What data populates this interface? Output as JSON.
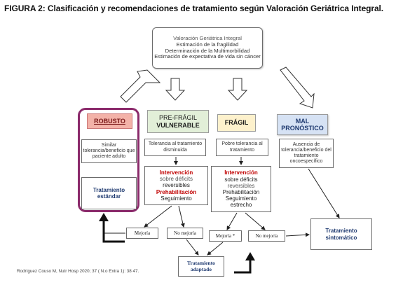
{
  "title": "FIGURA 2: Clasificación y recomendaciones de tratamiento según Valoración Geriátrica Integral.",
  "assessment": {
    "lines": [
      "Valoración Geriátrica Integral",
      "Estimación de la fragilidad",
      "Determinación de la Multimorbilidad",
      "Estimación de expectativa de vida sin cáncer"
    ]
  },
  "categories": {
    "robusto": "ROBUSTO",
    "pre_fragil_line1": "PRE-FRÁGIL",
    "pre_fragil_line2": "VULNERABLE",
    "fragil": "FRÁGIL",
    "mal_line1": "MAL",
    "mal_line2": "PRONÓSTICO"
  },
  "robusto_col": {
    "desc": [
      "Similar",
      "tolerancia/beneficio que",
      "paciente adulto"
    ],
    "treatment": [
      "Tratamiento",
      "estándar"
    ]
  },
  "pre_fragil_col": {
    "desc": [
      "Tolerancia al tratamiento",
      "disminuida"
    ],
    "plan": {
      "intervencion": "Intervención",
      "line2": "sobre déficits",
      "line3": "reversibles",
      "prehab": "Prehabilitación",
      "line5": "Seguimiento"
    }
  },
  "fragil_col": {
    "desc": [
      "Pobre tolerancia al",
      "tratamiento"
    ],
    "plan": {
      "intervencion": "Intervención",
      "line2": "sobre déficits",
      "line3": "reversibles",
      "line4": "Prehabilitación",
      "line5": "Seguimiento",
      "line6": "estrecho"
    }
  },
  "mal_col": {
    "desc": [
      "Ausencia de",
      "tolerancia/beneficio del",
      "tratamiento",
      "oncoespecífico"
    ]
  },
  "outcomes": {
    "mejoria_1": "Mejoría",
    "no_mejoria_1": "No mejoría",
    "mejoria_2": "Mejoría  *",
    "no_mejoria_2": "No mejoría"
  },
  "adapted": [
    "Tratamiento",
    "adaptado"
  ],
  "symptomatic": [
    "Tratamiento",
    "sintomático"
  ],
  "citation": "Rodríguez Couso M, Nutr Hosp 2020; 37 ( N.o Extra 1): 38 47.",
  "colors": {
    "robusto_frame": "#8b2a6b",
    "robusto_header": "#f3b2a8",
    "pre_fragil_header": "#e2efd8",
    "fragil_header": "#fdf1cc",
    "mal_header": "#d6e2f4",
    "emphasis_red": "#c00000",
    "treatment_blue": "#1f3a70"
  }
}
